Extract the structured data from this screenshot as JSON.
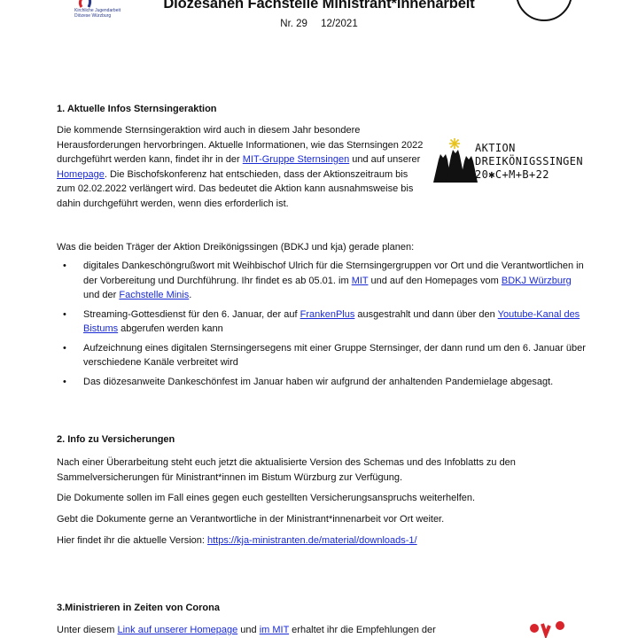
{
  "header": {
    "logo_text_line1": "Kirchliche Jugendarbeit",
    "logo_text_line2": "Diözese Würzburg",
    "title": "Diözesanen Fachstelle Ministrant*innenarbeit",
    "issue_number": "Nr. 29",
    "issue_date": "12/2021"
  },
  "section1": {
    "heading": "1. Aktuelle Infos Sternsingeraktion",
    "para1_a": "Die kommende Sternsingeraktion wird auch in diesem Jahr besondere Herausforderungen hervorbringen. Aktuelle Informationen, wie das Sternsingen 2022 durchgeführt werden kann, findet ihr in der ",
    "link_mit_gruppe": "MIT-Gruppe Sternsingen",
    "para1_b": " und auf unserer ",
    "link_homepage": "Homepage",
    "para1_c": ". Die Bischofskonferenz hat entschieden, dass der Aktionszeitraum bis zum 02.02.2022 verlängert wird. Das bedeutet die Aktion kann ausnahmsweise bis dahin durchgeführt werden, wenn dies erforderlich ist.",
    "aktion_line1": "AKTION",
    "aktion_line2": "DREIKÖNIGSSINGEN",
    "aktion_line3": "20✱C+M+B+22",
    "para2": "Was die beiden Träger der Aktion Dreikönigssingen (BDKJ und kja) gerade planen:",
    "bullets": {
      "b1_a": "digitales Dankeschöngrußwort mit Weihbischof Ulrich für die Sternsingergruppen vor Ort und die Verantwortlichen in der Vorbereitung und Durchführung. Ihr findet es ab 05.01. im ",
      "b1_link1": "MIT",
      "b1_b": " und auf den Homepages vom ",
      "b1_link2": "BDKJ Würzburg",
      "b1_c": " und der ",
      "b1_link3": "Fachstelle Minis",
      "b1_d": ".",
      "b2_a": "Streaming-Gottesdienst für den 6. Januar, der auf ",
      "b2_link1": "FrankenPlus",
      "b2_b": " ausgestrahlt und dann über den ",
      "b2_link2": "Youtube-Kanal des Bistums",
      "b2_c": " abgerufen werden kann",
      "b3": "Aufzeichnung eines digitalen Sternsingersegens mit einer Gruppe Sternsinger, der dann rund um den 6. Januar über verschiedene Kanäle verbreitet wird",
      "b4": "Das diözesanweite Dankeschönfest im Januar haben wir aufgrund der anhaltenden Pandemielage abgesagt."
    }
  },
  "section2": {
    "heading": "2. Info zu Versicherungen",
    "para1": "Nach einer Überarbeitung steht euch jetzt die aktualisierte Version des Schemas und des Infoblatts zu den Sammelversicherungen für Ministrant*innen im Bistum Würzburg zur Verfügung.",
    "para2": "Die Dokumente sollen im Fall eines gegen euch gestellten Versicherungsanspruchs weiterhelfen.",
    "para3": "Gebt die Dokumente gerne an Verantwortliche in der Ministrant*innenarbeit vor Ort weiter.",
    "para4_a": "Hier findet ihr die aktuelle Version: ",
    "para4_link": "https://kja-ministranten.de/material/downloads-1/"
  },
  "section3": {
    "heading": "3.Ministrieren in Zeiten von Corona",
    "para1_a": "Unter diesem ",
    "link1": "Link auf unserer Homepage",
    "para1_b": " und ",
    "link2": "im MIT",
    "para1_c": " erhaltet ihr die Empfehlungen der"
  },
  "colors": {
    "link": "#1a2bd6",
    "text": "#111111",
    "accent_red": "#d8242a",
    "logo_blue": "#2a3a8a"
  }
}
